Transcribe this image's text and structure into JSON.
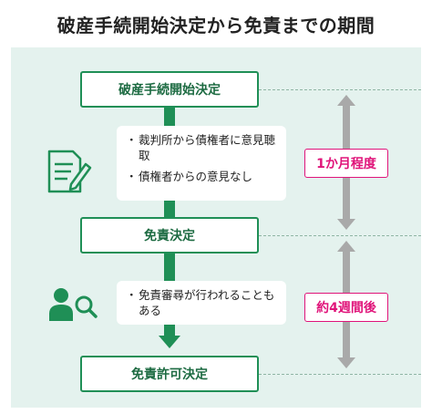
{
  "title": "破産手続開始決定から免責までの期間",
  "steps": [
    {
      "label": "破産手続開始決定"
    },
    {
      "label": "免責決定"
    },
    {
      "label": "免責許可決定"
    }
  ],
  "notes": {
    "first": [
      "裁判所から債権者に意見聴取",
      "債権者からの意見なし"
    ],
    "second": [
      "免責審尋が行われることもある"
    ]
  },
  "bullet_char": "・",
  "periods": [
    "1か月程度",
    "約4週間後"
  ],
  "colors": {
    "panel_bg": "#e4f2ee",
    "step_border": "#1f8f56",
    "step_text": "#1d6b42",
    "period_accent": "#e0147a",
    "range_bar": "#a9a9a9"
  },
  "icons": [
    "document-pen-icon",
    "person-search-icon"
  ]
}
